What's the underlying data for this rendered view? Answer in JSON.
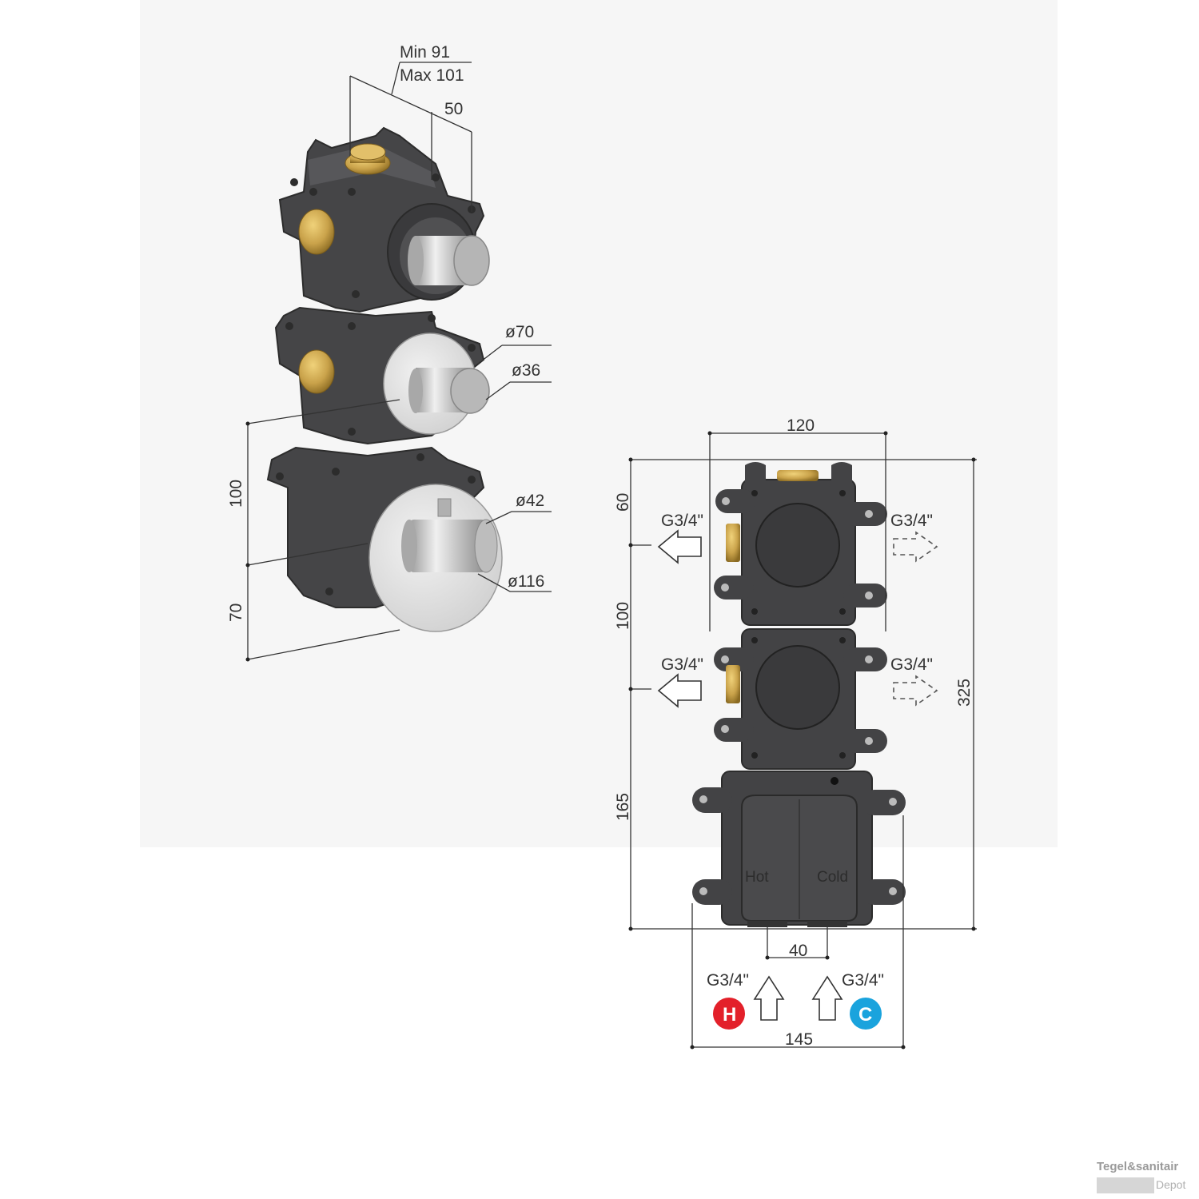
{
  "iso_view": {
    "labels": {
      "min_depth": "Min 91",
      "max_depth": "Max 101",
      "depth_50": "50",
      "dia_70": "ø70",
      "dia_36": "ø36",
      "dia_42": "ø42",
      "dia_116": "ø116",
      "height_100": "100",
      "height_70": "70"
    }
  },
  "front_view": {
    "labels": {
      "width_120": "120",
      "height_60": "60",
      "height_100": "100",
      "height_165": "165",
      "height_325": "325",
      "inlet_spacing_40": "40",
      "total_width_145": "145",
      "out_left_top": "G3/4\"",
      "out_right_top": "G3/4\"",
      "out_left_mid": "G3/4\"",
      "out_right_mid": "G3/4\"",
      "in_hot": "G3/4\"",
      "in_cold": "G3/4\"",
      "hot_text": "Hot",
      "cold_text": "Cold",
      "hot_badge": "H",
      "cold_badge": "C"
    },
    "colors": {
      "hot": "#e3202a",
      "cold": "#1aa3dd",
      "body": "#3f3f41",
      "brass": "#c9a24a",
      "chrome": "#c8c8c8"
    }
  },
  "watermark": {
    "title": "Tegel&sanitair",
    "subtitle": "Depot"
  }
}
